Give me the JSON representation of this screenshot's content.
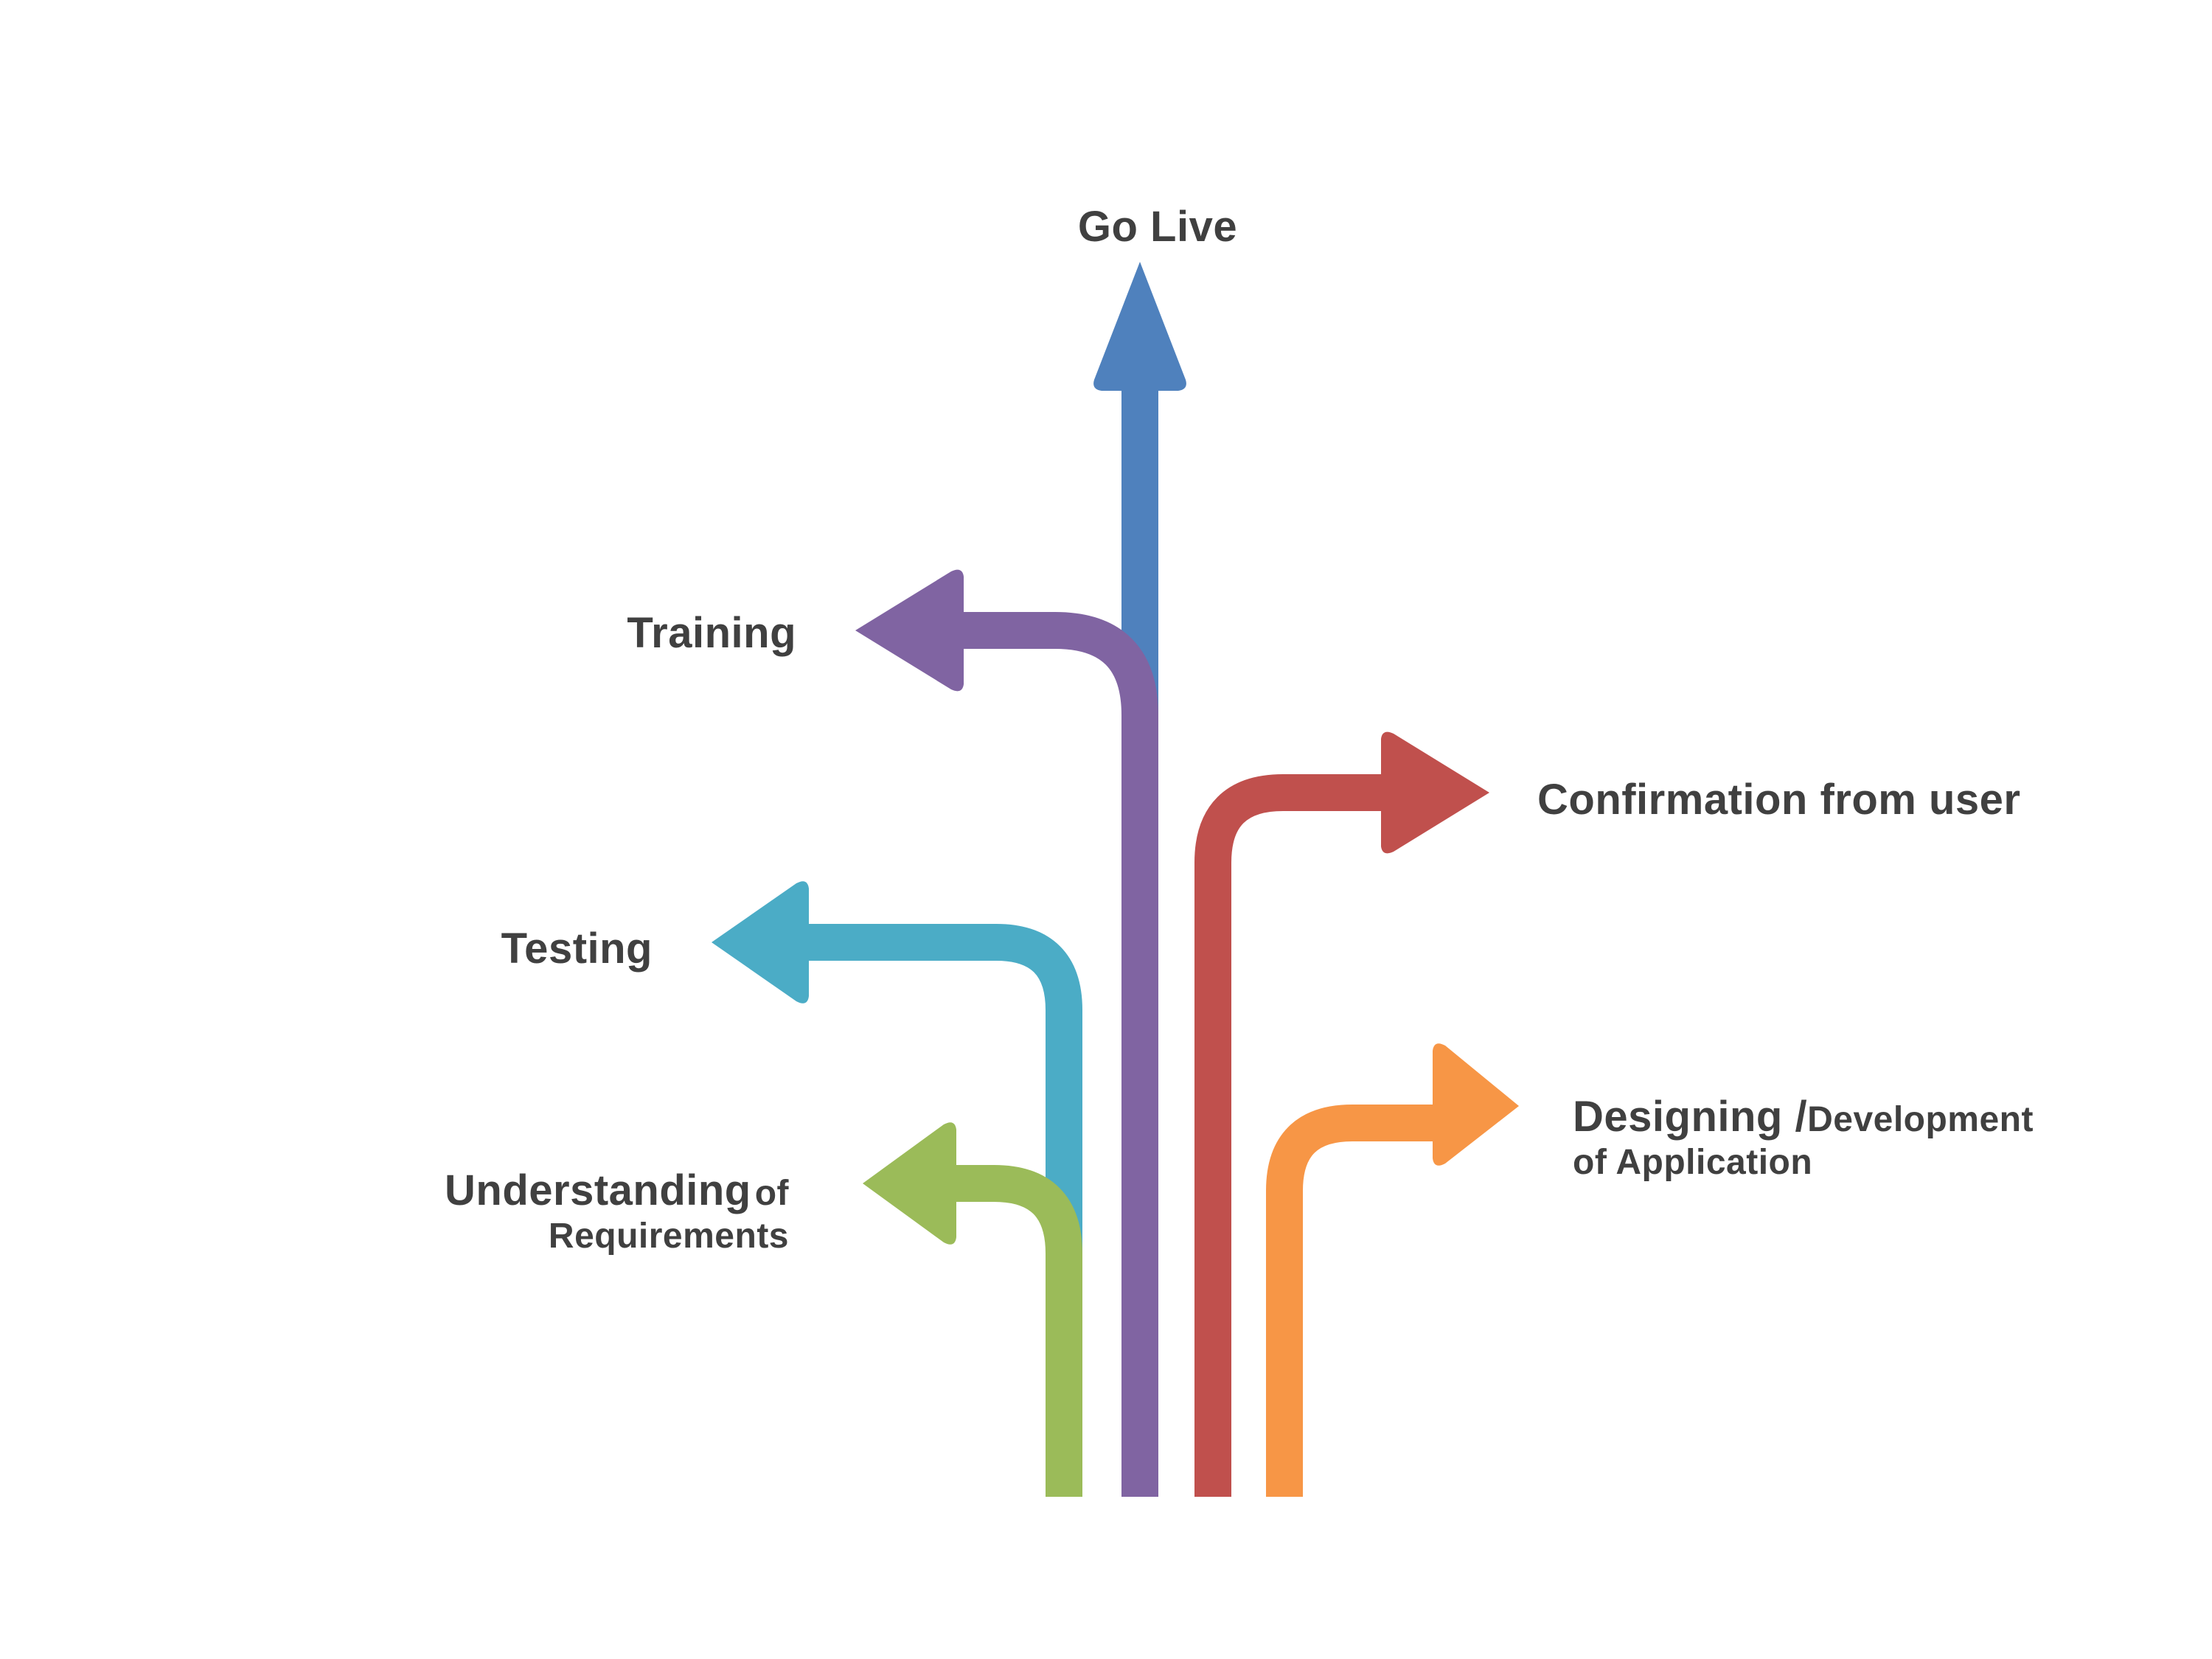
{
  "diagram": {
    "steps": [
      {
        "id": "go-live",
        "label": "Go Live",
        "color": "#4F81BD",
        "direction": "up"
      },
      {
        "id": "training",
        "label": "Training",
        "color": "#8064A2",
        "direction": "left"
      },
      {
        "id": "confirmation",
        "label": "Confirmation from user",
        "color": "#C0504D",
        "direction": "right"
      },
      {
        "id": "testing",
        "label": "Testing",
        "color": "#4BACC6",
        "direction": "left"
      },
      {
        "id": "designing",
        "label_line1_main": "Designing /",
        "label_line1_sub": "Development",
        "label_line2": "of Application",
        "color": "#F79646",
        "direction": "right"
      },
      {
        "id": "understanding",
        "label_line1_main": "Understanding",
        "label_line1_sub": "of",
        "label_line2": "Requirements",
        "color": "#9BBB59",
        "direction": "left"
      }
    ]
  }
}
